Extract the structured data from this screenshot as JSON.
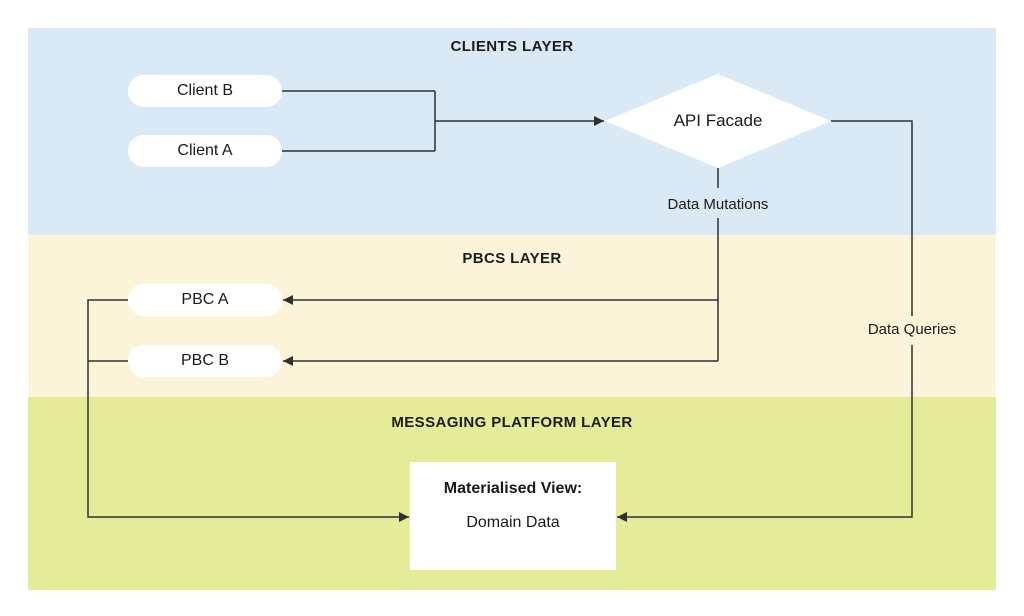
{
  "layers": {
    "clients": {
      "title": "CLIENTS LAYER"
    },
    "pbcs": {
      "title": "PBCS LAYER"
    },
    "messaging": {
      "title": "MESSAGING PLATFORM LAYER"
    }
  },
  "nodes": {
    "client_b": {
      "label": "Client B"
    },
    "client_a": {
      "label": "Client A"
    },
    "api_facade": {
      "label": "API Facade"
    },
    "pbc_a": {
      "label": "PBC A"
    },
    "pbc_b": {
      "label": "PBC B"
    },
    "materialised_view": {
      "title": "Materialised View:",
      "subtitle": "Domain Data"
    }
  },
  "edges": {
    "data_mutations_label": "Data Mutations",
    "data_queries_label": "Data Queries"
  },
  "colors": {
    "clients_layer_bg": "#d9eaf6",
    "pbcs_layer_bg": "#fcf4d8",
    "messaging_layer_bg": "#e5ec99",
    "node_fill": "#ffffff",
    "connector": "#2f2f2f",
    "text": "#1a1a1a"
  }
}
